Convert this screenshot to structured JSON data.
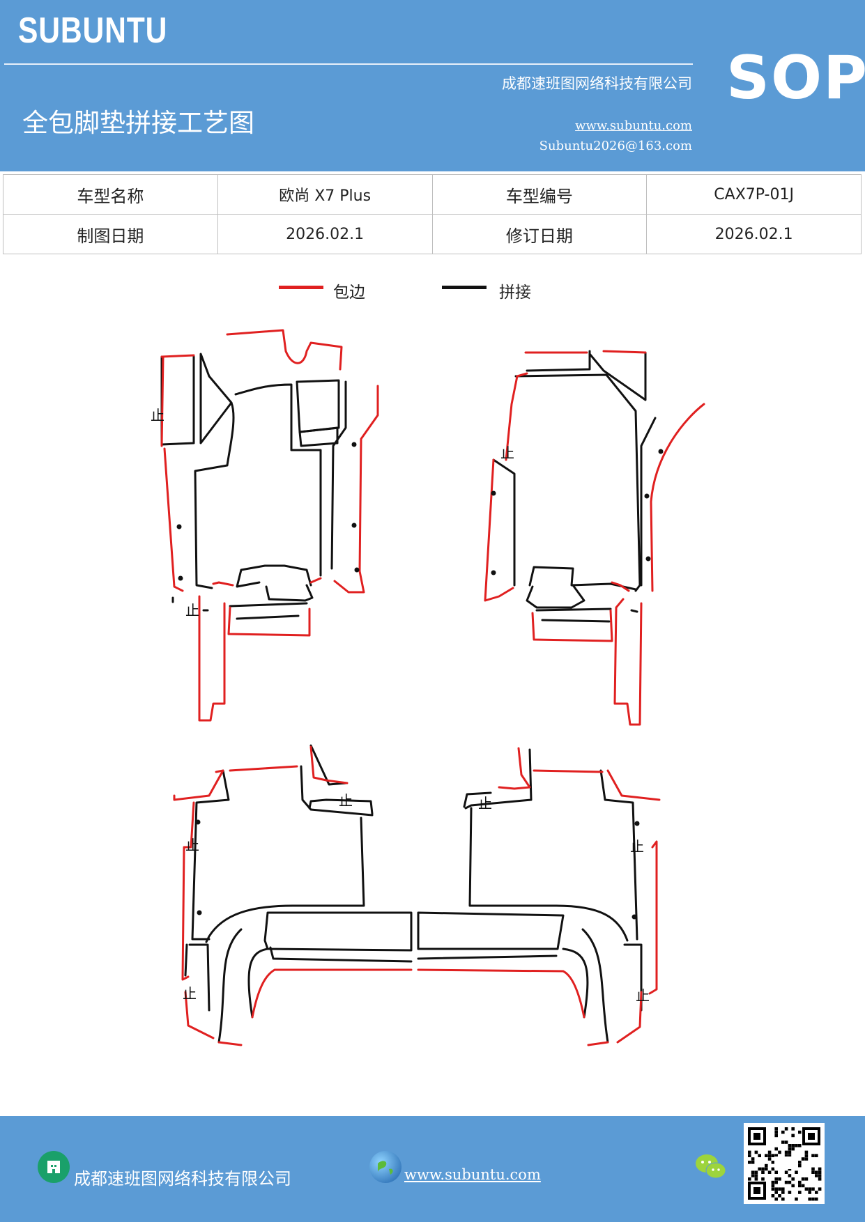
{
  "header": {
    "logo": "SUBUNTU",
    "company": "成都速班图网络科技有限公司",
    "title": "全包脚垫拼接工艺图",
    "website": "www.subuntu.com",
    "email": "Subuntu2026@163.com",
    "badge": "SOP"
  },
  "info_table": {
    "row1": {
      "label1": "车型名称",
      "value1": "欧尚 X7 Plus",
      "label2": "车型编号",
      "value2": "CAX7P-01J"
    },
    "row2": {
      "label1": "制图日期",
      "value1": "2026.02.1",
      "label2": "修订日期",
      "value2": "2026.02.1"
    }
  },
  "legend": {
    "items": [
      {
        "label": "包边",
        "color": "#e02020"
      },
      {
        "label": "拼接",
        "color": "#111111"
      }
    ]
  },
  "drawing": {
    "stop_mark": "止",
    "edge_color": "#e02020",
    "seam_color": "#111111"
  },
  "footer": {
    "company": "成都速班图网络科技有限公司",
    "website": "www.subuntu.com",
    "icons": [
      "building-icon",
      "globe-icon",
      "wechat-icon",
      "qr-code"
    ]
  }
}
